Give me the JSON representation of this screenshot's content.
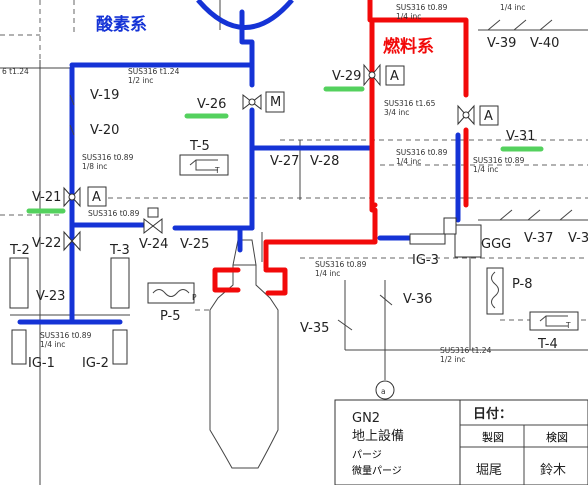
{
  "annotations": {
    "oxygen_system": "酸素系",
    "fuel_system": "燃料系",
    "oxygen_color": "#1533d6",
    "fuel_color": "#f20a0a",
    "highlight_color": "#54d15e"
  },
  "valves": {
    "v19": "V-19",
    "v20": "V-20",
    "v21": "V-21",
    "v22": "V-22",
    "v23": "V-23",
    "v24": "V-24",
    "v25": "V-25",
    "v26": "V-26",
    "v27": "V-27",
    "v28": "V-28",
    "v29": "V-29",
    "v31": "V-31",
    "v35": "V-35",
    "v36": "V-36",
    "v37": "V-37",
    "v37b": "V-3",
    "v39": "V-39",
    "v40": "V-40"
  },
  "components": {
    "t2": "T-2",
    "t3": "T-3",
    "t4": "T-4",
    "t5": "T-5",
    "t_small": "T",
    "ig1": "IG-1",
    "ig2": "IG-2",
    "ig3": "IG-3",
    "p5": "P-5",
    "p8": "P-8",
    "p_small": "P",
    "ggg": "GGG",
    "m": "M",
    "a": "A",
    "a_circle": "a"
  },
  "specs": {
    "s1": "SUS316 t0.89",
    "s1b": "1/4 inc",
    "s2": "SUS316 t1.24",
    "s2b": "1/2 inc",
    "s3": "SUS316 t1.65",
    "s3b": "3/4 inc",
    "s4": "SUS316 t0.89",
    "s4b": "1/4 inc",
    "s5": "SUS316 t0.89",
    "s5b": "1/4 inc",
    "s6": "SUS316 t0.89",
    "s6b": "1/8 inc",
    "s7": "SUS316 t0.89",
    "s8": "SUS316 t0.89",
    "s8b": "1/4 inc",
    "s9": "SUS316 t0.89",
    "s9b": "1/4 inc",
    "s10": "SUS316 t1.24",
    "s10b": "1/2 inc",
    "s11": "SUS316 t0.89",
    "s11b": "1/4 inc",
    "s12": "1/4 inc",
    "s13": "6 t1.24"
  },
  "legend": {
    "line1": "GN2",
    "line2": "地上設備",
    "line3": "パージ",
    "line4": "微量パージ"
  },
  "titleblock": {
    "date_label": "日付：",
    "col1": "製図",
    "col2": "検図",
    "name1": "堀尾",
    "name2": "鈴木"
  }
}
